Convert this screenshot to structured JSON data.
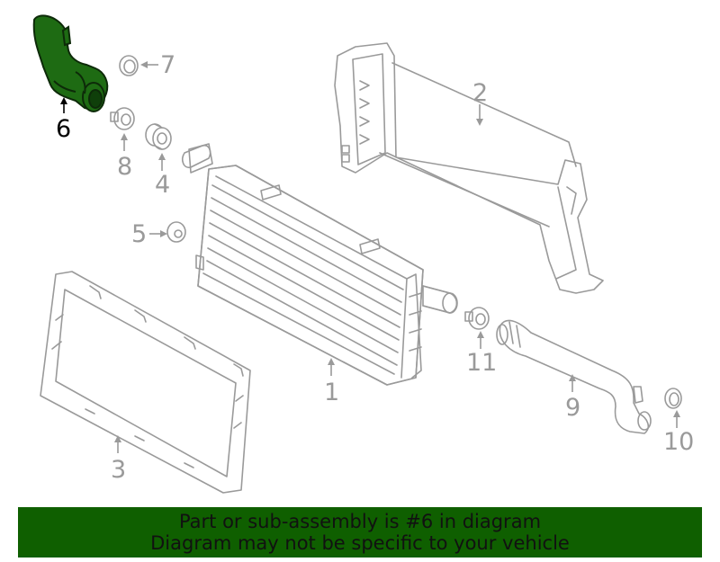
{
  "callouts": {
    "c1": "1",
    "c2": "2",
    "c3": "3",
    "c4": "4",
    "c5": "5",
    "c6": "6",
    "c7": "7",
    "c8": "8",
    "c9": "9",
    "c10": "10",
    "c11": "11"
  },
  "highlighted_part": "6",
  "colors": {
    "highlight": "#1e6b13",
    "banner": "#0f5f00",
    "line": "#9a9a9a"
  },
  "banner": {
    "line1": "Part or sub-assembly is #6 in diagram",
    "line2": "Diagram may not be specific to your vehicle"
  }
}
